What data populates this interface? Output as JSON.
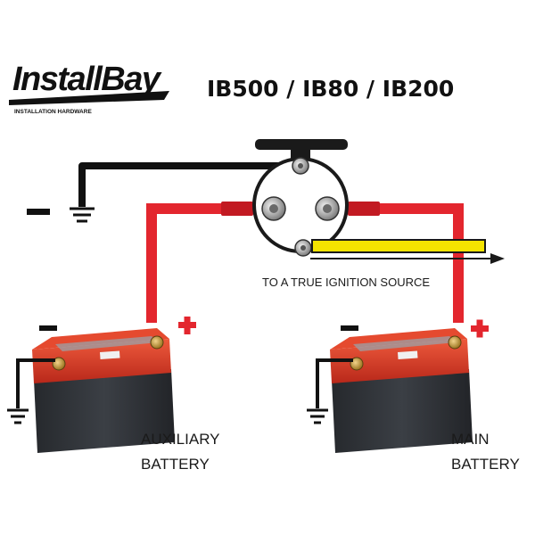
{
  "brand": {
    "name": "InstallBay",
    "tagline": "INSTALLATION HARDWARE"
  },
  "title": "IB500 / IB80 / IB200",
  "ignition_label": "TO A TRUE IGNITION SOURCE",
  "auxiliary_battery": {
    "line1": "AUXILIARY",
    "line2": "BATTERY"
  },
  "main_battery": {
    "line1": "MAIN",
    "line2": "BATTERY"
  },
  "colors": {
    "positive_wire": "#e3262e",
    "ground_wire": "#111111",
    "ignition_wire": "#f5e400",
    "battery_top": "#d8361f",
    "battery_body": "#2f3237"
  }
}
